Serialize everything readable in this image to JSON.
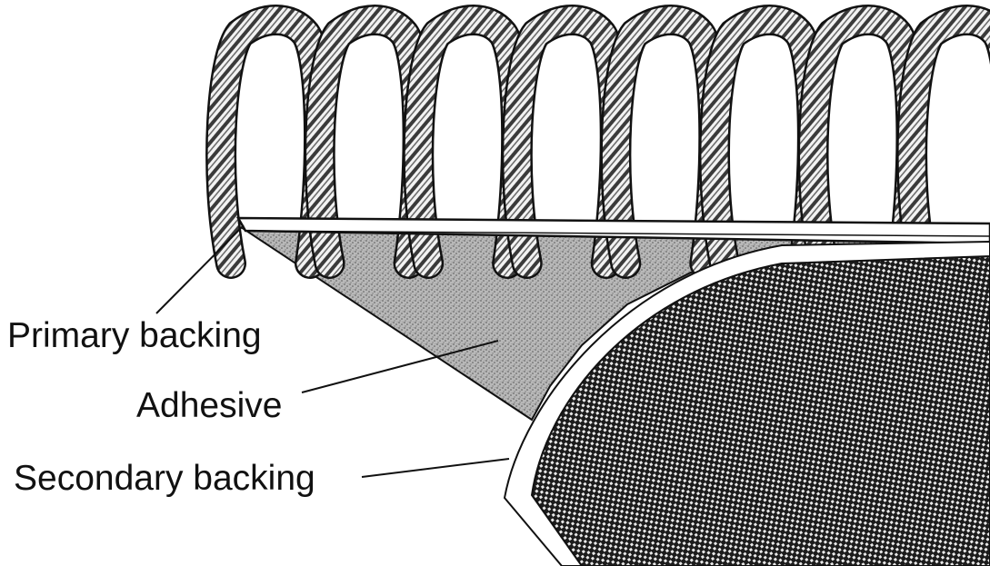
{
  "labels": {
    "primary_backing": "Primary backing",
    "adhesive": "Adhesive",
    "secondary_backing": "Secondary backing"
  },
  "colors": {
    "ink": "#111111",
    "adhesive_fill": "#a9a9a9",
    "backing_fill": "#ffffff",
    "mesh_fill": "#2a2a2a"
  },
  "parts": {
    "pile_loop_count": 8
  }
}
